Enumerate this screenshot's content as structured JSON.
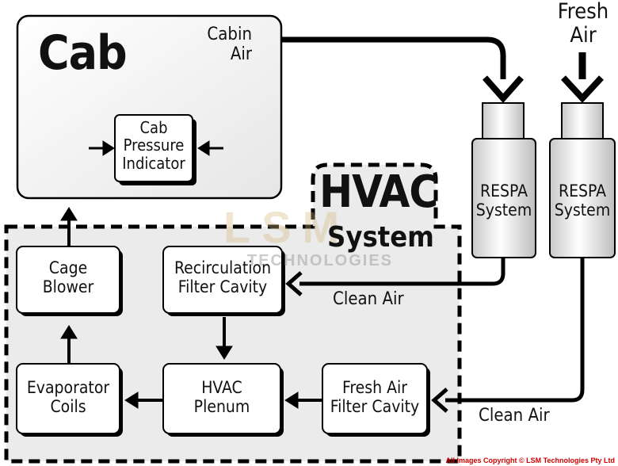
{
  "cab": {
    "title": "Cab",
    "cabin_air": "Cabin\nAir"
  },
  "pressure_indicator": "Cab\nPressure\nIndicator",
  "hvac": {
    "title": "HVAC",
    "subtitle": "System"
  },
  "fresh_air": "Fresh\nAir",
  "respa": [
    "RESPA\nSystem",
    "RESPA\nSystem"
  ],
  "boxes": {
    "cage_blower": "Cage\nBlower",
    "recirculation": "Recirculation\nFilter Cavity",
    "evaporator": "Evaporator\nCoils",
    "plenum": "HVAC\nPlenum",
    "fresh_filter": "Fresh Air\nFilter Cavity"
  },
  "clean_air_labels": [
    "Clean Air",
    "Clean Air"
  ],
  "watermark": {
    "logo": "LSM",
    "text": "TECHNOLOGIES"
  },
  "copyright": "All Images Copyright © LSM Technologies Pty Ltd",
  "colors": {
    "line": "#000000",
    "box_fill": "#ffffff",
    "panel_fill": "#ebebeb",
    "shadow": "#000000",
    "copyright": "#d00000"
  }
}
